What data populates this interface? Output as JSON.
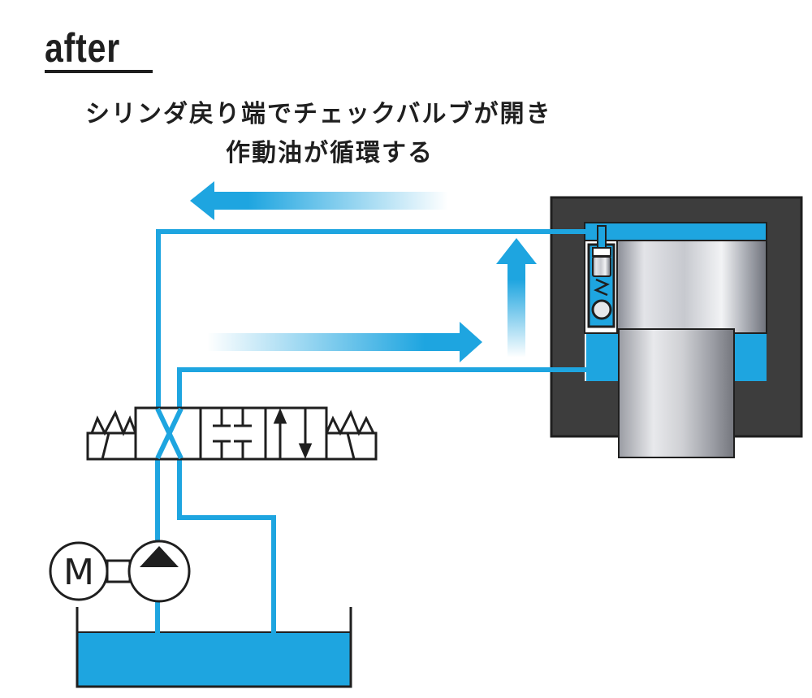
{
  "title": "after",
  "caption": {
    "line1": "シリンダ戻り端でチェックバルブが開き",
    "line2": "作動油が循環する"
  },
  "motor": {
    "label": "M"
  },
  "colors": {
    "oil": "#1ea5e0",
    "text": "#1f1f1f",
    "cylinder_body": "#3d3d3d",
    "outline": "#1f1f1f"
  }
}
